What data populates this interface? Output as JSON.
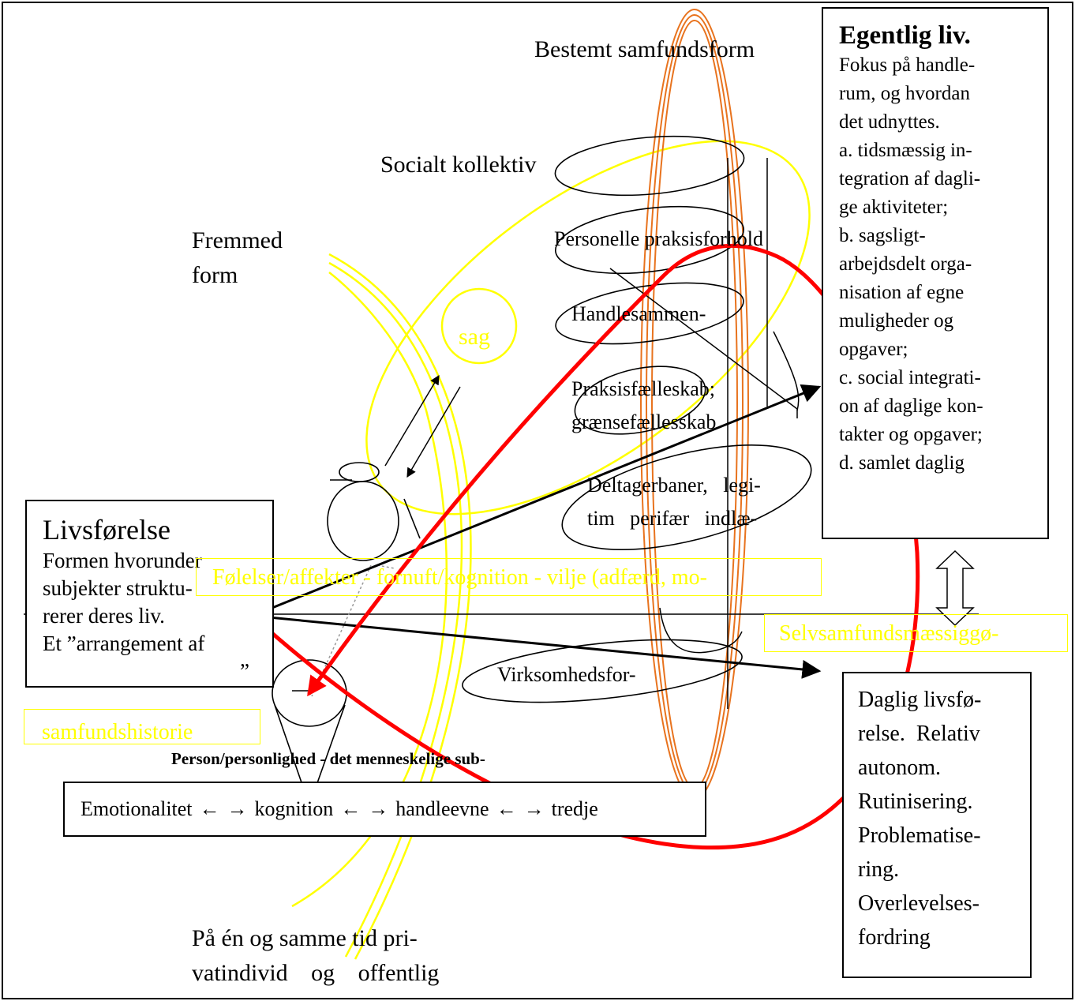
{
  "colors": {
    "yellow": "#ffff00",
    "orange": "#e8731e",
    "red": "#ff0000",
    "black": "#000000"
  },
  "labels": {
    "bestemt": "Bestemt samfundsform",
    "socialt": "Socialt kollektiv",
    "fremmed_1": "Fremmed",
    "fremmed_2": "form",
    "personelle": "Personelle praksisforhold",
    "handlesammen": "Handlesammen-",
    "praksis_1": "Praksisfælleskab;",
    "praksis_2": "grænsefællesskab",
    "deltager_1": "Deltagerbaner,   legi-",
    "deltager_2": "tim   perifær   indlæ-",
    "virksomhed": "Virksomhedsfor-",
    "sag": "sag",
    "person": "Person/personlighed - det menneskelige sub-",
    "bottom_1": "På én og samme tid pri-",
    "bottom_2": "vatindivid og offentlig"
  },
  "livsforelse": {
    "title": "Livsførelse",
    "lines": [
      "Formen hvorunder",
      "subjekter struktu-",
      "rerer deres liv.",
      "Et ”arrangement af",
      "”"
    ]
  },
  "egentlig": {
    "title": "Egentlig liv.",
    "lines": [
      "Fokus på handle-",
      "rum, og hvordan",
      "det udnyttes.",
      "a. tidsmæssig in-",
      "tegration af dagli-",
      "ge aktiviteter;",
      "b. sagsligt-",
      "arbejdsdelt orga-",
      "nisation af egne",
      "muligheder og",
      "opgaver;",
      "c. social integrati-",
      "on af daglige kon-",
      "takter og opgaver;",
      "d. samlet daglig"
    ]
  },
  "daglig": {
    "lines": [
      "Daglig livsfø-",
      "relse.  Relativ",
      "autonom.",
      "Rutinisering.",
      "Problematise-",
      "ring.",
      "Overlevelses-",
      "fordring"
    ]
  },
  "yellow_boxes": {
    "folelser": "Følelser/affekter - fornuft/kognition - vilje (adfærd, mo-",
    "selvsamfund": "Selvsamfundsmæssiggø-",
    "samfundshistorie": "samfundshistorie"
  },
  "emotion_bar": {
    "emotionalitet": "Emotionalitet",
    "arrow_left": "←",
    "arrow_right": "→",
    "kognition": "kognition",
    "handleevne": "handleevne",
    "tredje": "tredje"
  }
}
